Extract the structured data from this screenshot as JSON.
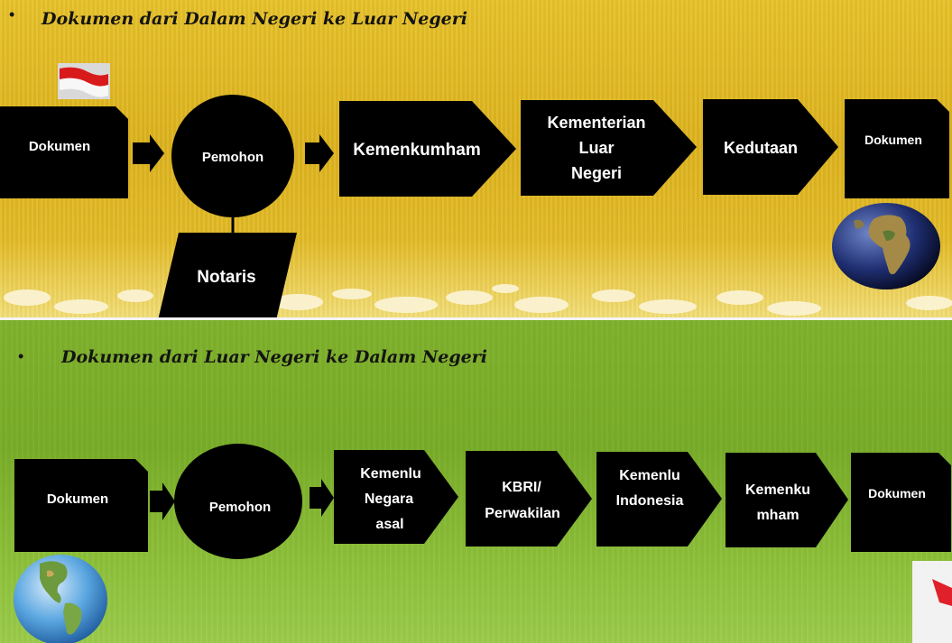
{
  "top_section": {
    "heading": "Dokumen dari Dalam Negeri ke Luar Negeri",
    "bullet": "•",
    "nodes": {
      "dokumen_start": "Dokumen",
      "pemohon": "Pemohon",
      "notaris": "Notaris",
      "kemenkumham": "Kemenkumham",
      "kemenlu": [
        "Kementerian",
        "Luar",
        "Negeri"
      ],
      "kedutaan": "Kedutaan",
      "dokumen_end": "Dokumen"
    }
  },
  "bottom_section": {
    "heading": "Dokumen dari Luar Negeri ke Dalam Negeri",
    "bullet": "•",
    "nodes": {
      "dokumen_start": "Dokumen",
      "pemohon": "Pemohon",
      "kemenlu_negara_asal": [
        "Kemenlu",
        "Negara",
        "asal"
      ],
      "kbri": [
        "KBRI/",
        "Perwakilan"
      ],
      "kemenlu_indonesia": [
        "Kemenlu",
        "Indonesia"
      ],
      "kemenkumham": [
        "Kemenku",
        "mham"
      ],
      "dokumen_end": "Dokumen"
    }
  },
  "icons": {
    "top_flag": "indonesia-flag-icon",
    "top_globe": "globe-africa-icon",
    "bottom_globe": "globe-americas-icon",
    "bottom_corner": "red-flag-fragment-icon"
  },
  "colors": {
    "top_background": "#ddb31e",
    "bottom_background": "#7fb12c",
    "node_fill": "#000000",
    "node_text": "#ffffff"
  }
}
